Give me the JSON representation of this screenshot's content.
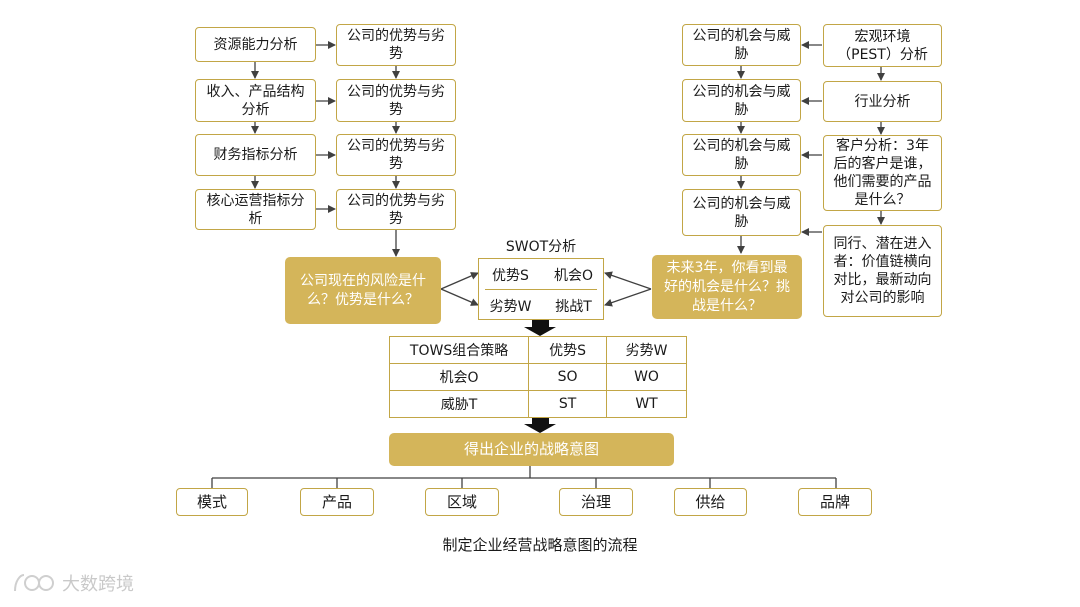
{
  "left_col": [
    "资源能力分析",
    "收入、产品结构分析",
    "财务指标分析",
    "核心运营指标分析"
  ],
  "strength_boxes": [
    "公司的优势与劣势",
    "公司的优势与劣势",
    "公司的优势与劣势",
    "公司的优势与劣势"
  ],
  "opportunity_boxes": [
    "公司的机会与威胁",
    "公司的机会与威胁",
    "公司的机会与威胁",
    "公司的机会与威胁"
  ],
  "right_col": [
    "宏观环境（PEST）分析",
    "行业分析",
    "客户分析：3年后的客户是谁，他们需要的产品是什么？",
    "同行、潜在进入者：价值链横向对比，最新动向对公司的影响"
  ],
  "left_question": "公司现在的风险是什么？优势是什么？",
  "right_question": "未来3年，你看到最好的机会是什么？挑战是什么？",
  "swot": {
    "title": "SWOT分析",
    "s": "优势S",
    "o": "机会O",
    "w": "劣势W",
    "t": "挑战T"
  },
  "tows": {
    "header": [
      "TOWS组合策略",
      "优势S",
      "劣势W"
    ],
    "rows": [
      [
        "机会O",
        "SO",
        "WO"
      ],
      [
        "威胁T",
        "ST",
        "WT"
      ]
    ]
  },
  "result": "得出企业的战略意图",
  "outputs": [
    "模式",
    "产品",
    "区域",
    "治理",
    "供给",
    "品牌"
  ],
  "caption": "制定企业经营战略意图的流程",
  "watermark": "大数跨境",
  "colors": {
    "accent": "#d4b55a",
    "border": "#c2a646",
    "arrow": "#404040"
  }
}
